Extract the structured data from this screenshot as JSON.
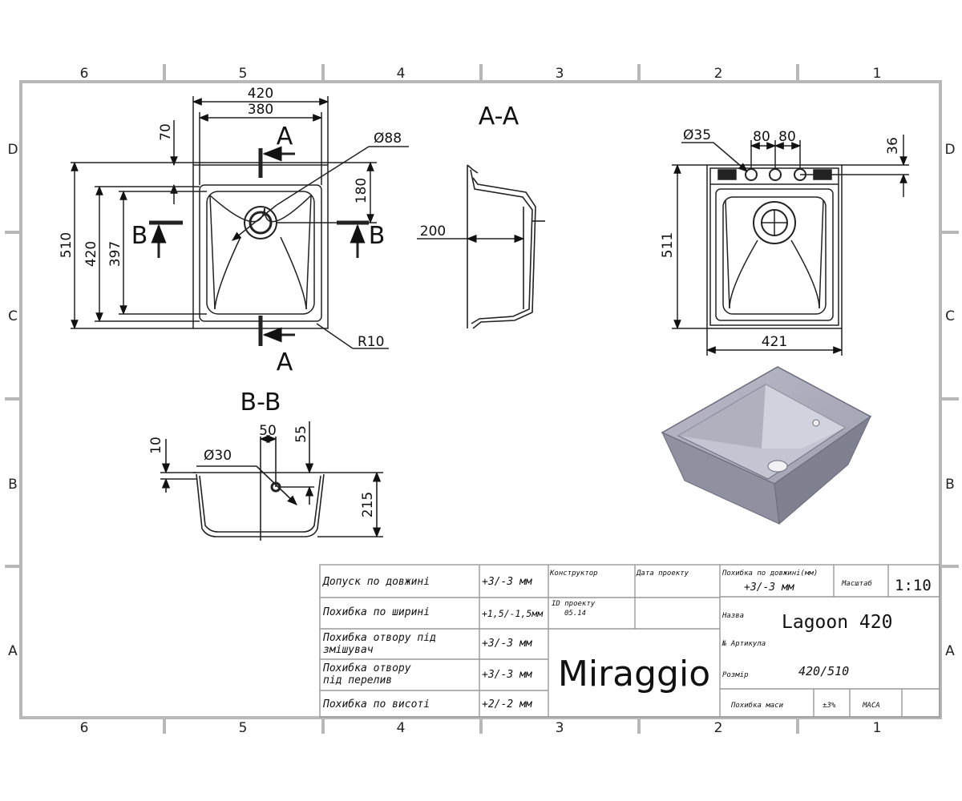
{
  "frame": {
    "columns": [
      "6",
      "5",
      "4",
      "3",
      "2",
      "1"
    ],
    "rows": [
      "D",
      "C",
      "B",
      "A"
    ]
  },
  "top_view": {
    "dims": {
      "width_outer": "420",
      "width_inner": "380",
      "offset_top": "70",
      "drain": "Ø88",
      "drain_offset": "180",
      "height_outer": "510",
      "height_mid": "420",
      "height_inner": "397",
      "corner_radius": "R10"
    },
    "section_a": "A",
    "section_b": "B"
  },
  "section_aa": {
    "title": "A-A",
    "depth": "200"
  },
  "section_bb": {
    "title": "B-B",
    "dims": {
      "rim": "10",
      "overflow": "Ø30",
      "offset_x": "50",
      "offset_y": "55",
      "height": "215"
    }
  },
  "back_view": {
    "dims": {
      "hole": "Ø35",
      "spacing_1": "80",
      "spacing_2": "80",
      "rim": "36",
      "height": "511",
      "width": "421"
    }
  },
  "colors": {
    "line": "#222222",
    "frame": "#b8b8b8",
    "sink_top": "#a9aab8",
    "sink_side": "#8f90a0",
    "sink_inner": "#c4c5d2"
  },
  "title_block": {
    "tolerances": [
      {
        "label": "Допуск по довжині",
        "value": "+3/-3 мм"
      },
      {
        "label": "Похибка по ширині",
        "value": "+1,5/-1,5мм"
      },
      {
        "label_line1": "Похибка отвору під",
        "label_line2": "змішувач",
        "value": "+3/-3 мм"
      },
      {
        "label_line1": "Похибка отвору",
        "label_line2": "під перелив",
        "value": "+3/-3 мм"
      },
      {
        "label": "Похибка по висоті",
        "value": "+2/-2 мм"
      }
    ],
    "designer_label": "Конструктор",
    "date_label": "Дата проекту",
    "project_id_label": "ID проекту",
    "project_id_value": "05.14",
    "brand": "Miraggio",
    "length_tol_label": "Похибка по довжині(мм)",
    "length_tol_value": "+3/-3 мм",
    "scale_label": "Масштаб",
    "scale_value": "1:10",
    "name_label": "Назва",
    "name_value": "Lagoon 420",
    "article_label": "№ Артикула",
    "size_label": "Розмір",
    "size_value": "420/510",
    "mass_tol_label": "Похибка маси",
    "mass_tol_value": "±3%",
    "mass_label": "МАСА"
  }
}
